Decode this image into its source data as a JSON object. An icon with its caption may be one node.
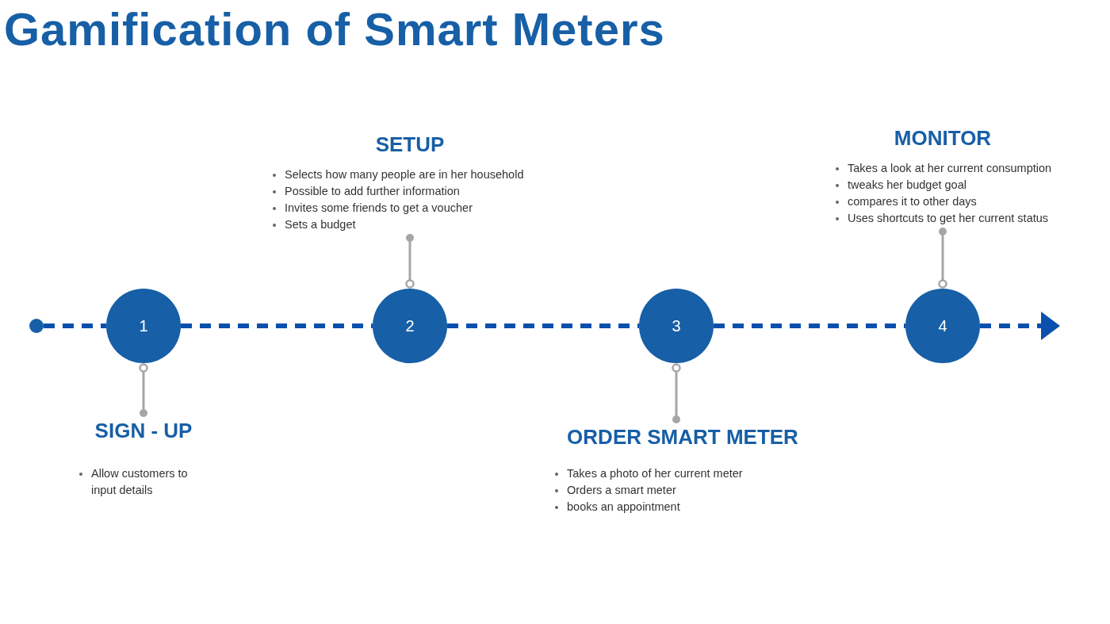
{
  "diagram": {
    "title": "Gamification of Smart Meters",
    "nodes": [
      {
        "text": [],
        "shape": "circle"
      },
      {
        "text": [
          "1"
        ]
      },
      {
        "text": [
          "2"
        ]
      },
      {
        "text": [
          "3"
        ]
      },
      {
        "text": [
          "4"
        ]
      },
      {
        "text": [
          "SIGN - UP",
          "Allow customers to input details"
        ]
      },
      {
        "text": [
          "SETUP",
          "Selects how many people are in her household",
          "Possible to add further information",
          "Invites some friends to get a voucher",
          "Sets a budget"
        ]
      },
      {
        "text": [
          "ORDER SMART METER",
          "Takes a photo of her current meter",
          "Orders a smart meter",
          "books an appointment"
        ]
      },
      {
        "text": [
          "MONITOR",
          "Takes a look at her current consumption",
          "tweaks her budget goal",
          "compares it to other days",
          "Uses shortcuts to get her current status"
        ]
      }
    ],
    "edges": [
      {
        "from": 0,
        "to": 1,
        "arrow": "none",
        "style": "dashed"
      },
      {
        "from": 1,
        "to": 2,
        "arrow": "none",
        "style": "dashed"
      },
      {
        "from": 2,
        "to": 3,
        "arrow": "none",
        "style": "dashed"
      },
      {
        "from": 3,
        "to": 4,
        "arrow": "none",
        "style": "dashed"
      },
      {
        "from": 4,
        "to": null,
        "arrow": "to",
        "style": "dashed"
      },
      {
        "from": 1,
        "to": 5,
        "arrow": "other",
        "color": "#a6a6a6"
      },
      {
        "from": 2,
        "to": 6,
        "arrow": "other",
        "color": "#a6a6a6"
      },
      {
        "from": 3,
        "to": 7,
        "arrow": "other",
        "color": "#a6a6a6"
      },
      {
        "from": 4,
        "to": 8,
        "arrow": "other",
        "color": "#a6a6a6"
      }
    ]
  }
}
